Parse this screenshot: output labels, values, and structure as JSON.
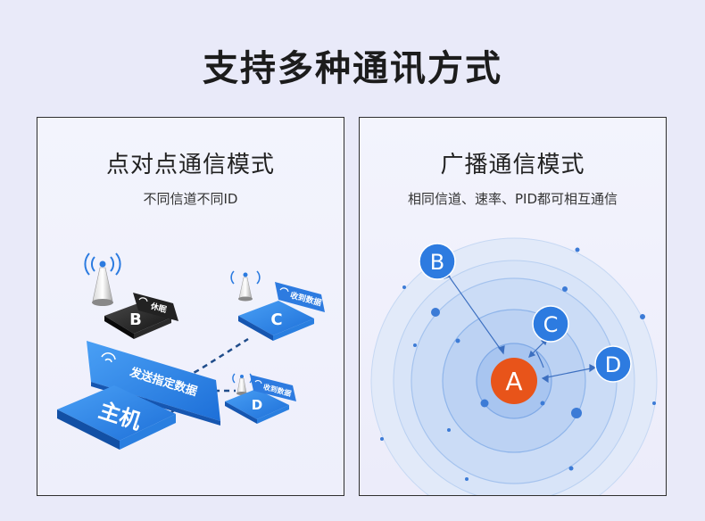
{
  "page": {
    "title": "支持多种通讯方式"
  },
  "p2p": {
    "title": "点对点通信模式",
    "subtitle": "不同信道不同ID",
    "nodes": {
      "b": "B",
      "c": "C",
      "d": "D",
      "host": "主机"
    },
    "tags": {
      "sleep": "休眠",
      "received_c": "收到数据",
      "received_d": "收到数据",
      "send": "发送指定数据"
    }
  },
  "broadcast": {
    "title": "广播通信模式",
    "subtitle": "相同信道、速率、PID都可相互通信",
    "nodes": {
      "a": "A",
      "b": "B",
      "c": "C",
      "d": "D"
    }
  },
  "colors": {
    "accent_blue": "#2d7be0",
    "node_orange": "#e8541a",
    "ring_blue": "#9fc3ee",
    "dark": "#1c1c1c"
  }
}
